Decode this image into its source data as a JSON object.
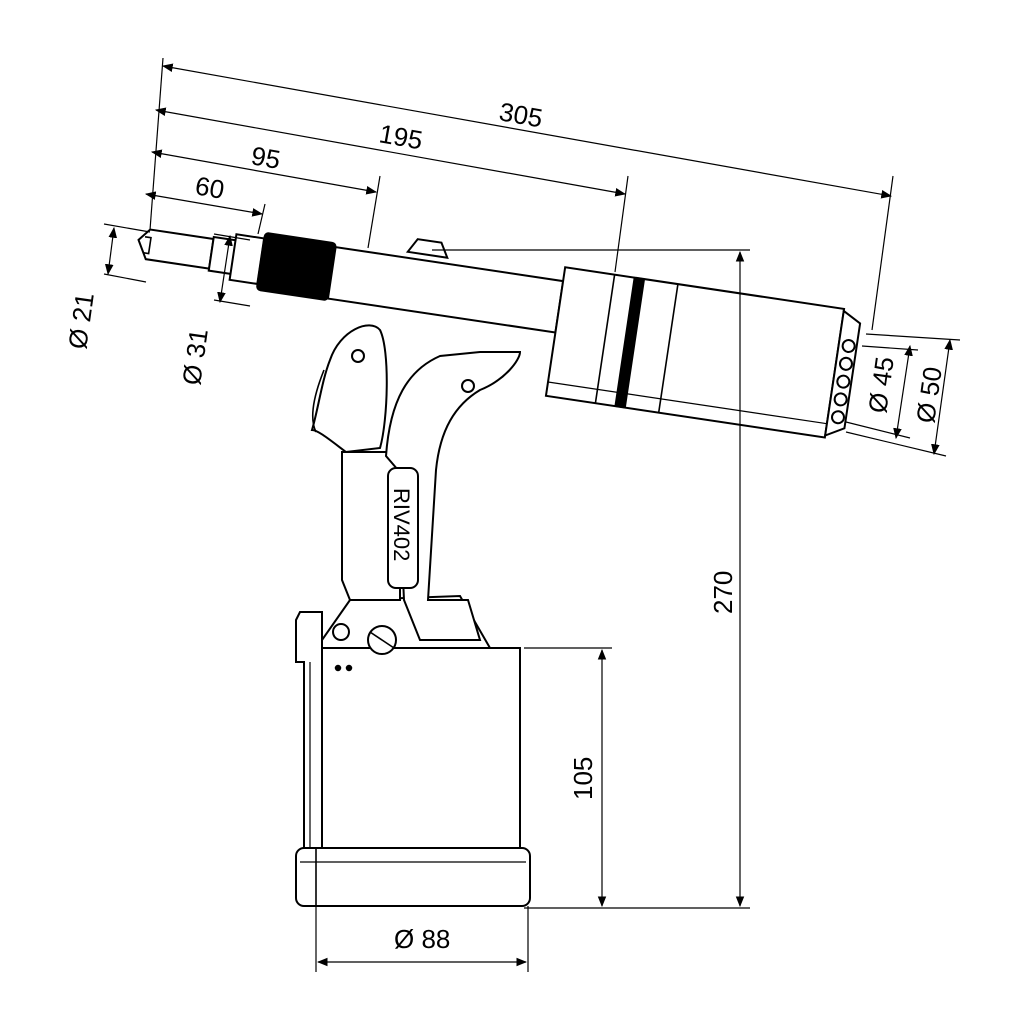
{
  "model_label": "RIV402",
  "dimensions": {
    "overall_length": "305",
    "length_195": "195",
    "length_95": "95",
    "length_60": "60",
    "height_total": "270",
    "height_base": "105",
    "dia_base": "Ø 88",
    "dia_nose": "Ø 21",
    "dia_31": "Ø 31",
    "dia_45": "Ø 45",
    "dia_50": "Ø 50"
  }
}
